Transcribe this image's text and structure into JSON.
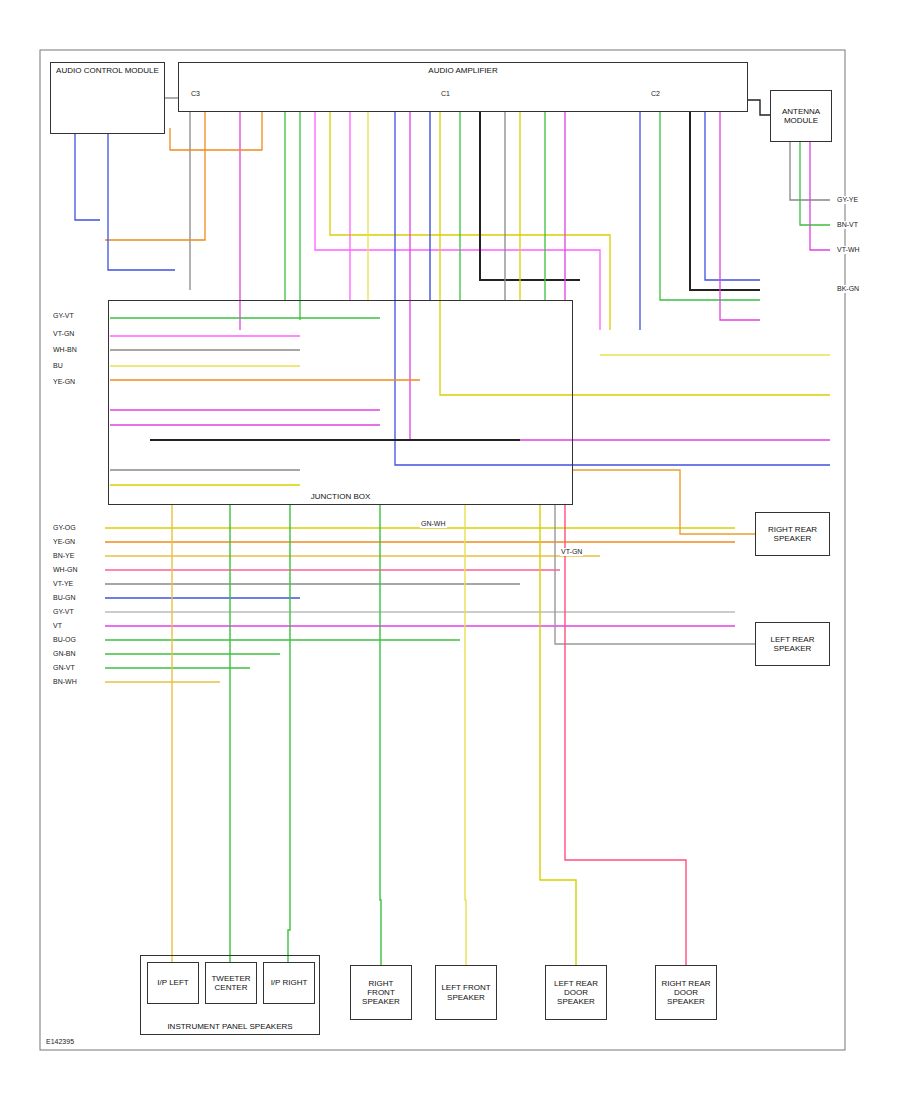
{
  "diagram": {
    "nodes": [
      {
        "text": [
          "AUDIO CONTROL MODULE"
        ]
      },
      {
        "text": [
          "AUDIO AMPLIFIER"
        ]
      },
      {
        "text": [
          "ANTENNA MODULE"
        ]
      },
      {
        "text": [
          "JUNCTION BOX"
        ]
      },
      {
        "text": [
          "RIGHT REAR SPEAKER"
        ]
      },
      {
        "text": [
          "LEFT REAR SPEAKER"
        ]
      },
      {
        "text": [
          "INSTRUMENT PANEL SPEAKERS"
        ]
      },
      {
        "text": [
          "I/P LEFT"
        ],
        "in": 6
      },
      {
        "text": [
          "TWEETER CENTER"
        ],
        "in": 6
      },
      {
        "text": [
          "I/P RIGHT"
        ],
        "in": 6
      },
      {
        "text": [
          "RIGHT FRONT SPEAKER"
        ]
      },
      {
        "text": [
          "LEFT FRONT SPEAKER"
        ]
      },
      {
        "text": [
          "LEFT REAR DOOR SPEAKER"
        ]
      },
      {
        "text": [
          "RIGHT REAR DOOR SPEAKER"
        ]
      }
    ],
    "edges": [
      {
        "from": 0,
        "to": 1,
        "arrow": "none"
      },
      {
        "from": 1,
        "to": 2,
        "arrow": "none"
      },
      {
        "from": 1,
        "to": 3,
        "arrow": "none"
      },
      {
        "from": 3,
        "to": 4,
        "arrow": "none"
      },
      {
        "from": 3,
        "to": 5,
        "arrow": "none"
      },
      {
        "from": 3,
        "to": 7,
        "arrow": "none"
      },
      {
        "from": 3,
        "to": 8,
        "arrow": "none"
      },
      {
        "from": 3,
        "to": 9,
        "arrow": "none"
      },
      {
        "from": 3,
        "to": 10,
        "arrow": "none"
      },
      {
        "from": 3,
        "to": 11,
        "arrow": "none"
      },
      {
        "from": 3,
        "to": 12,
        "arrow": "none"
      },
      {
        "from": 3,
        "to": 13,
        "arrow": "none"
      }
    ],
    "labels": [
      "GY-OG",
      "YE-GN",
      "BN-YE",
      "WH-GN",
      "VT-YE",
      "BU-GN",
      "GY-VT",
      "VT",
      "BU-OG",
      "GN-BN",
      "GN-VT",
      "BN-WH",
      "GY-VT",
      "VT-GN",
      "WH-BN",
      "BU",
      "YE-GN",
      "C3",
      "C1",
      "C2",
      "GY-YE",
      "BN-VT",
      "VT-WH",
      "BK-GN",
      "GN-WH",
      "VT-GN",
      "E142395"
    ]
  }
}
